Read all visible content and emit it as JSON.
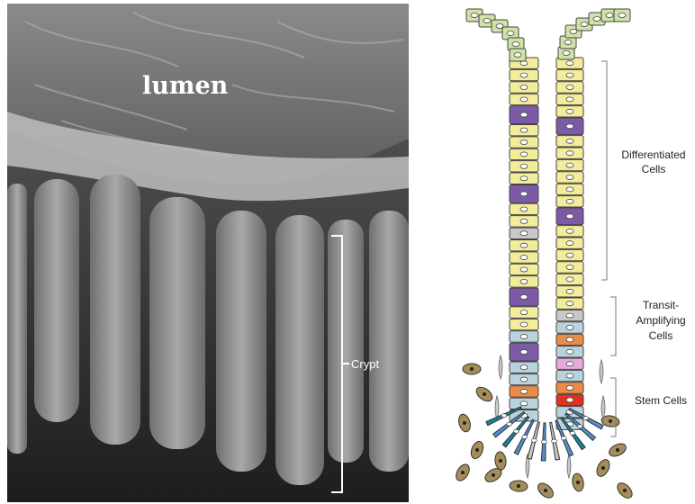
{
  "micrograph": {
    "lumen_label": "lumen",
    "crypt_label": "Crypt"
  },
  "diagram": {
    "labels": {
      "differentiated": [
        "Differentiated",
        "Cells"
      ],
      "transit": [
        "Transit-",
        "Amplifying",
        "Cells"
      ],
      "stem": "Stem Cells"
    },
    "colors": {
      "villus_top": "#cfe3a6",
      "differentiated": "#f3ec9a",
      "goblet": "#7c5aa6",
      "transit_blue": "#b9d3dc",
      "orange": "#ec8b45",
      "pink": "#e9a9da",
      "red": "#e2321f",
      "stem_blue": "#4f8fcc",
      "teal": "#15849a",
      "gray": "#c8c8c8",
      "stroma": "#a58d5a"
    }
  }
}
